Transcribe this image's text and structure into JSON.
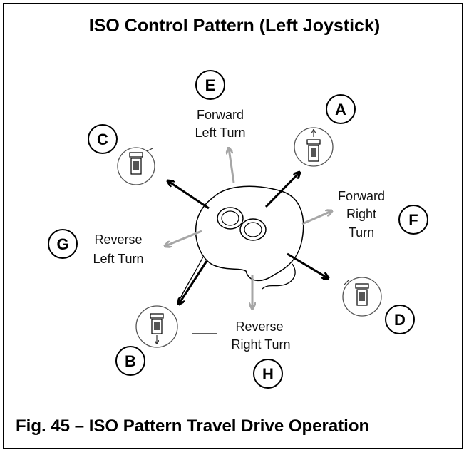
{
  "title": "ISO Control Pattern (Left Joystick)",
  "caption": "Fig. 45 – ISO Pattern Travel Drive Operation",
  "colors": {
    "primary_arrow": "#000000",
    "secondary_arrow": "#a6a6a6"
  },
  "directions": {
    "A": {
      "letter": "A"
    },
    "B": {
      "letter": "B"
    },
    "C": {
      "letter": "C"
    },
    "D": {
      "letter": "D"
    },
    "E": {
      "letter": "E",
      "line1": "Forward",
      "line2": "Left Turn"
    },
    "F": {
      "letter": "F",
      "line1": "Forward",
      "line2": "Right",
      "line3": "Turn"
    },
    "G": {
      "letter": "G",
      "line1": "Reverse",
      "line2": "Left Turn"
    },
    "H": {
      "letter": "H",
      "line1": "Reverse",
      "line2": "Right Turn"
    }
  }
}
